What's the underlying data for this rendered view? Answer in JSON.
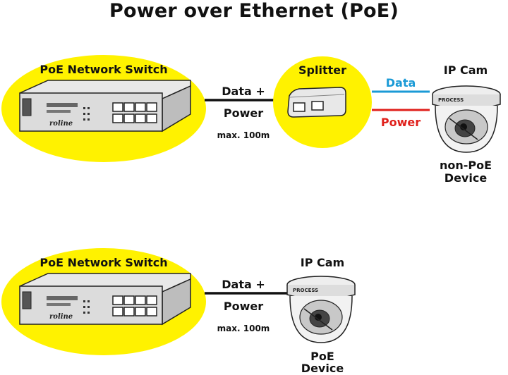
{
  "title": "Power over Ethernet (PoE)",
  "top": {
    "switch_label": "PoE Network Switch",
    "link_line1": "Data +",
    "link_line2": "Power",
    "distance": "max. 100m",
    "splitter_label": "Splitter",
    "data_label": "Data",
    "power_label": "Power",
    "cam_label": "IP Cam",
    "device_line1": "non-PoE",
    "device_line2": "Device"
  },
  "bottom": {
    "switch_label": "PoE Network Switch",
    "link_line1": "Data +",
    "link_line2": "Power",
    "distance": "max. 100m",
    "cam_label": "IP Cam",
    "device_line1": "PoE",
    "device_line2": "Device"
  },
  "device_text": {
    "brand": "roline",
    "cam_text": "PROCESS"
  },
  "colors": {
    "highlight": "#fff200",
    "data": "#1a9ad6",
    "power": "#e0201b",
    "cable": "#111111"
  }
}
